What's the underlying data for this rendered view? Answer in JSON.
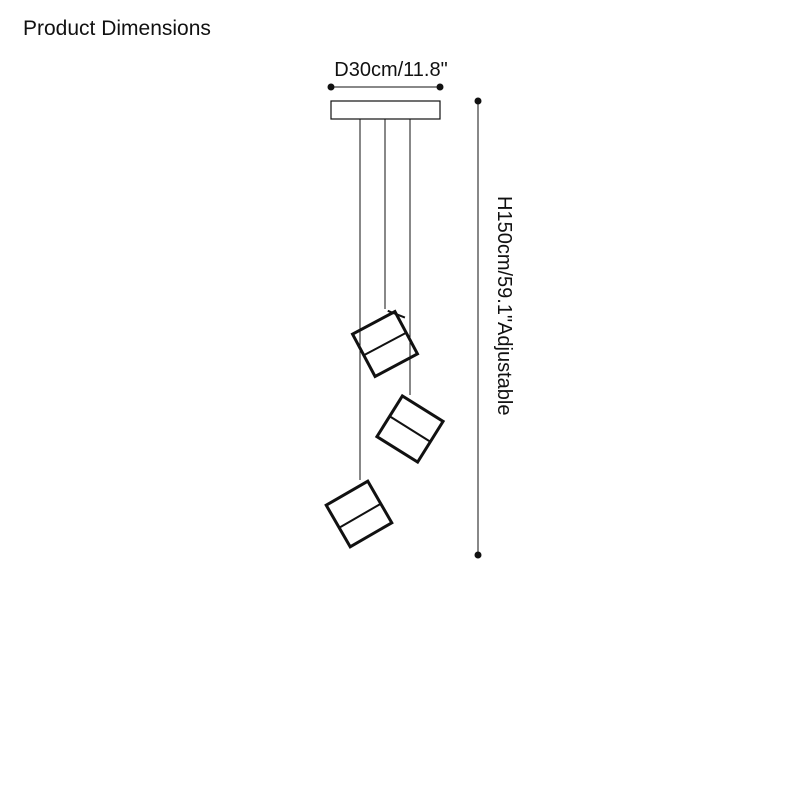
{
  "header": {
    "title": "Product Dimensions"
  },
  "dimensions": {
    "diameter_label": "D30cm/11.8\"",
    "height_label": "H150cm/59.1\"Adjustable"
  },
  "colors": {
    "line": "#111111",
    "background": "#ffffff"
  }
}
